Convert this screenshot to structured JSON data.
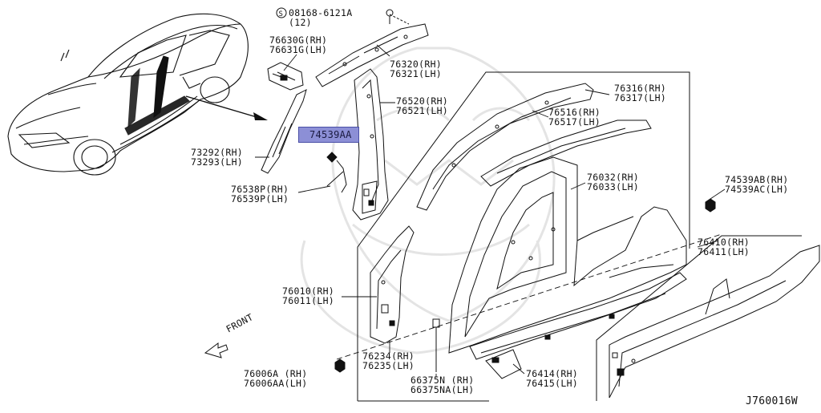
{
  "labels": {
    "bolt_screw": "08168-6121A",
    "bolt_screw_qty": "(12)",
    "p76630": "76630G(RH)",
    "p76631": "76631G(LH)",
    "p76320": "76320(RH)",
    "p76321": "76321(LH)",
    "p76520": "76520(RH)",
    "p76521": "76521(LH)",
    "p74539aa": "74539AA",
    "p73292": "73292(RH)",
    "p73293": "73293(LH)",
    "p76538": "76538P(RH)",
    "p76539": "76539P(LH)",
    "p76316": "76316(RH)",
    "p76317": "76317(LH)",
    "p76516": "76516(RH)",
    "p76517": "76517(LH)",
    "p76032": "76032(RH)",
    "p76033": "76033(LH)",
    "p74539ab": "74539AB(RH)",
    "p74539ac": "74539AC(LH)",
    "p76410": "76410(RH)",
    "p76411": "76411(LH)",
    "p76010": "76010(RH)",
    "p76011": "76011(LH)",
    "front": "FRONT",
    "p76234": "76234(RH)",
    "p76235": "76235(LH)",
    "p66375n": "66375N (RH)",
    "p66375na": "66375NA(LH)",
    "p76414": "76414(RH)",
    "p76415": "76415(LH)",
    "p76006a": "76006A (RH)",
    "p76006aa": "76006AA(LH)",
    "diagram_code": "J760016W"
  },
  "colors": {
    "ink": "#111111",
    "highlight_fill": "#8c8fd6",
    "highlight_border": "#4a4fa6",
    "watermark": "#e4e4e4"
  }
}
